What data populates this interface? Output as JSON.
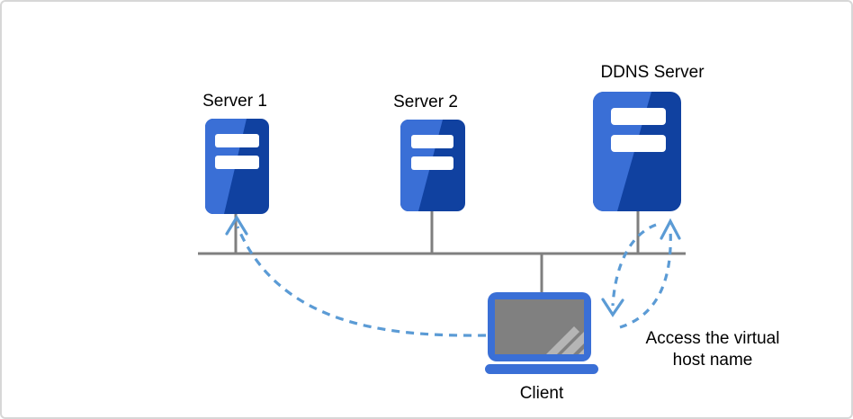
{
  "nodes": {
    "server1": {
      "label": "Server 1"
    },
    "server2": {
      "label": "Server 2"
    },
    "ddns_server": {
      "label": "DDNS Server"
    },
    "client": {
      "label": "Client"
    }
  },
  "annotations": {
    "access_note_line1": "Access the virtual",
    "access_note_line2": "host name"
  },
  "connections": {
    "bus": "network-bus",
    "client_to_server1": "dashed-arrow",
    "bus_to_client": "dashed-arrow-down",
    "client_to_ddns": "dashed-arrow-up"
  },
  "colors": {
    "server_light": "#3A6FD6",
    "server_dark": "#1041A0",
    "arrow_blue": "#5B9BD5",
    "wire_gray": "#7F7F7F",
    "screen_gray": "#808080",
    "stripe_gray": "#B5B5B5",
    "border_gray": "#D7D7D7",
    "label_black": "#000000",
    "background": "#FFFFFF"
  }
}
